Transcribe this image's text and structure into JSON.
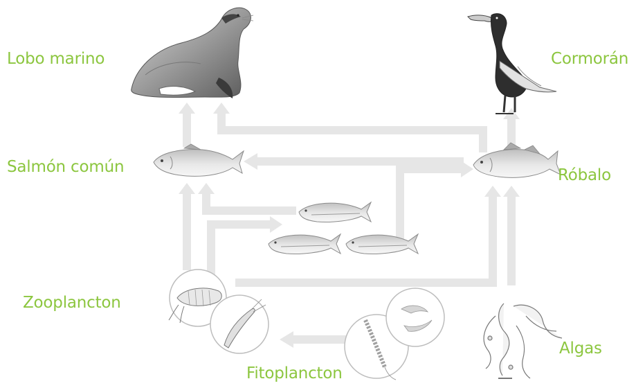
{
  "labels": {
    "lobo_marino": "Lobo marino",
    "cormoran": "Cormorán",
    "salmon_comun": "Salmón común",
    "robalo": "Róbalo",
    "zooplancton": "Zooplancton",
    "algas": "Algas",
    "fitoplancton": "Fitoplancton"
  },
  "colors": {
    "label_green": "#8cc63f",
    "arrow_gray": "#e6e6e6",
    "ink_gray": "#9a9a9a"
  }
}
